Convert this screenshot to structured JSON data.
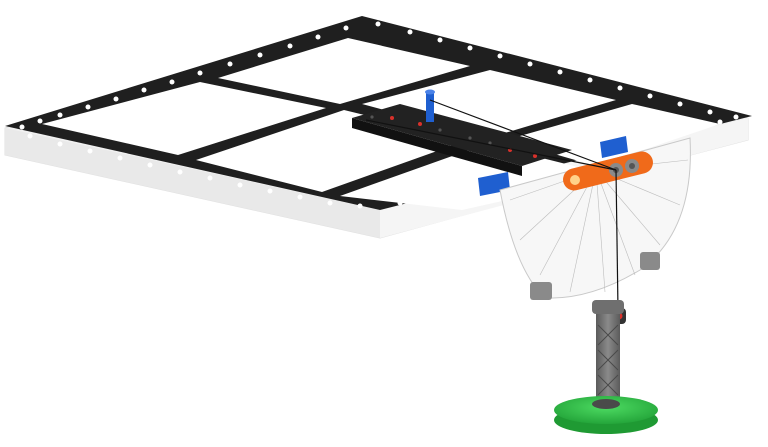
{
  "scene": {
    "colors": {
      "field_border": "#1f1f1f",
      "field_tile": "#ffffff",
      "field_edge": "#f2f2f2",
      "beam": "#222222",
      "beam_red": "#d9312b",
      "blue_part": "#1f5fd0",
      "orange_part": "#f06a1a",
      "protractor": "#f7f7f7",
      "stand": "#707070",
      "base_green": "#33c24a"
    },
    "icons": [
      "game-field",
      "protractor",
      "pendulum-stand"
    ]
  }
}
